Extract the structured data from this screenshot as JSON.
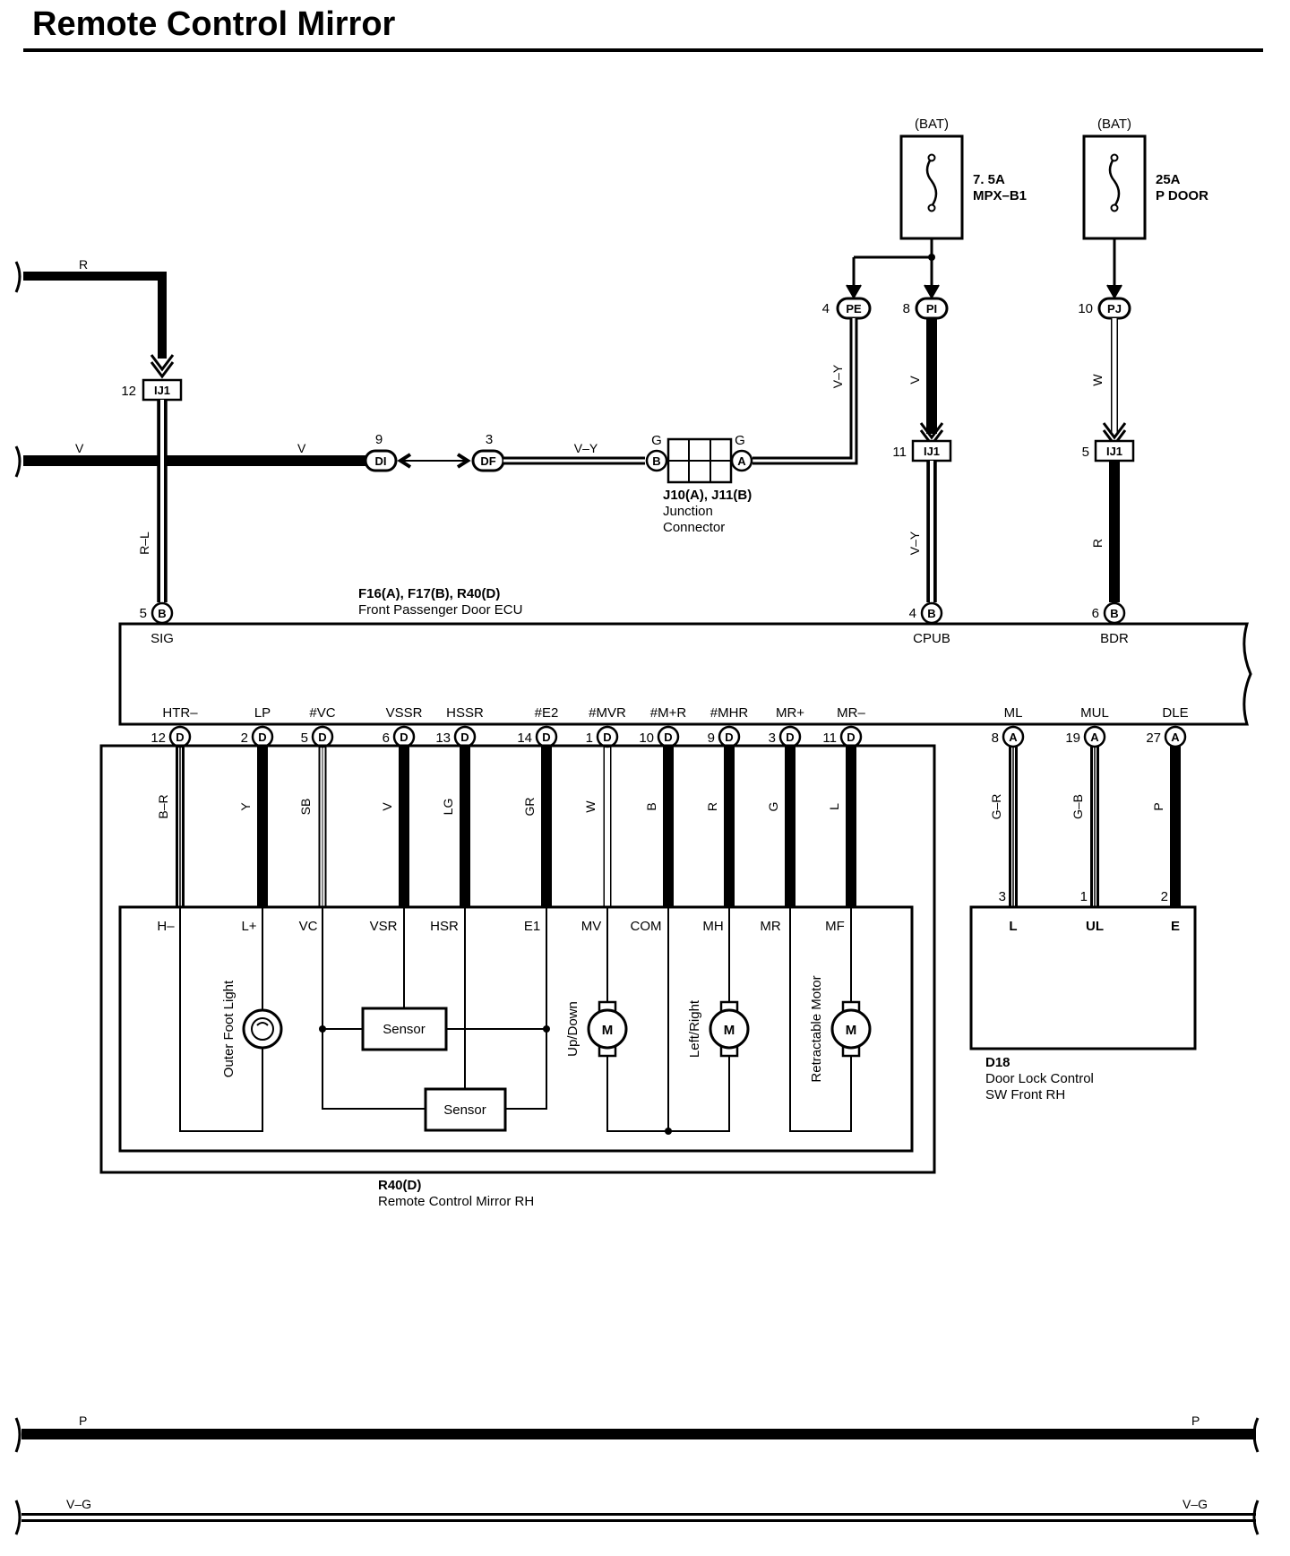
{
  "title": "Remote Control Mirror",
  "fuses": [
    {
      "source": "(BAT)",
      "rating": "7. 5A",
      "name": "MPX–B1"
    },
    {
      "source": "(BAT)",
      "rating": "25A",
      "name": "P DOOR"
    }
  ],
  "top_connectors": [
    {
      "pin": "4",
      "tag": "PE"
    },
    {
      "pin": "8",
      "tag": "PI"
    },
    {
      "pin": "10",
      "tag": "PJ"
    }
  ],
  "ij1": [
    {
      "pin": "12",
      "tag": "IJ1"
    },
    {
      "pin": "11",
      "tag": "IJ1"
    },
    {
      "pin": "5",
      "tag": "IJ1"
    }
  ],
  "wires": {
    "left_r": "R",
    "left_v": "V",
    "v_mid": "V",
    "r_l": "R–L",
    "v_y_top": "V–Y",
    "v_y_mid": "V–Y",
    "v_pi": "V",
    "v_y_ecu": "V–Y",
    "w_pj": "W",
    "r_bdr": "R"
  },
  "inline_connectors": [
    {
      "pin": "9",
      "tag": "DI"
    },
    {
      "pin": "3",
      "tag": "DF"
    }
  ],
  "junction": {
    "pin_left": "G",
    "pin_right": "G",
    "tag_left": "B",
    "tag_right": "A",
    "name": "J10(A), J11(B)",
    "desc1": "Junction",
    "desc2": "Connector"
  },
  "ecu": {
    "code": "F16(A), F17(B), R40(D)",
    "name": "Front Passenger Door ECU",
    "top_pins": [
      {
        "pin": "5",
        "tag": "B",
        "label": "SIG"
      },
      {
        "pin": "4",
        "tag": "B",
        "label": "CPUB"
      },
      {
        "pin": "6",
        "tag": "B",
        "label": "BDR"
      }
    ],
    "bottom_pins": [
      {
        "label": "HTR–",
        "pin": "12",
        "tag": "D",
        "wire": "B–R"
      },
      {
        "label": "LP",
        "pin": "2",
        "tag": "D",
        "wire": "Y"
      },
      {
        "label": "#VC",
        "pin": "5",
        "tag": "D",
        "wire": "SB"
      },
      {
        "label": "VSSR",
        "pin": "6",
        "tag": "D",
        "wire": "V"
      },
      {
        "label": "HSSR",
        "pin": "13",
        "tag": "D",
        "wire": "LG"
      },
      {
        "label": "#E2",
        "pin": "14",
        "tag": "D",
        "wire": "GR"
      },
      {
        "label": "#MVR",
        "pin": "1",
        "tag": "D",
        "wire": "W"
      },
      {
        "label": "#M+R",
        "pin": "10",
        "tag": "D",
        "wire": "B"
      },
      {
        "label": "#MHR",
        "pin": "9",
        "tag": "D",
        "wire": "R"
      },
      {
        "label": "MR+",
        "pin": "3",
        "tag": "D",
        "wire": "G"
      },
      {
        "label": "MR–",
        "pin": "11",
        "tag": "D",
        "wire": "L"
      },
      {
        "label": "ML",
        "pin": "8",
        "tag": "A",
        "wire": "G–R"
      },
      {
        "label": "MUL",
        "pin": "19",
        "tag": "A",
        "wire": "G–B"
      },
      {
        "label": "DLE",
        "pin": "27",
        "tag": "A",
        "wire": "P"
      }
    ]
  },
  "mirror": {
    "terminals": [
      "H–",
      "L+",
      "VC",
      "VSR",
      "HSR",
      "E1",
      "MV",
      "COM",
      "MH",
      "MR",
      "MF"
    ],
    "outer_foot_light": "Outer Foot Light",
    "sensor1": "Sensor",
    "sensor2": "Sensor",
    "up_down": "Up/Down",
    "left_right": "Left/Right",
    "retractable": "Retractable Motor",
    "motor": "M",
    "code": "R40(D)",
    "name": "Remote Control Mirror RH"
  },
  "door_lock_sw": {
    "pins": [
      {
        "pin": "3",
        "label": "L"
      },
      {
        "pin": "1",
        "label": "UL"
      },
      {
        "pin": "2",
        "label": "E"
      }
    ],
    "code": "D18",
    "name1": "Door Lock Control",
    "name2": "SW Front RH"
  },
  "bottom_wires": {
    "p_left": "P",
    "p_right": "P",
    "vg_left": "V–G",
    "vg_right": "V–G"
  }
}
